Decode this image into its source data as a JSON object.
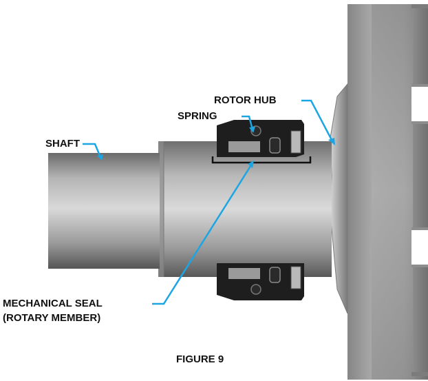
{
  "labels": {
    "rotor_hub": "ROTOR HUB",
    "spring": "SPRING",
    "shaft": "SHAFT",
    "mechanical_seal_line1": "MECHANICAL SEAL",
    "mechanical_seal_line2": "(ROTARY MEMBER)"
  },
  "caption": "FIGURE 9",
  "colors": {
    "leader": "#1ba6e3",
    "seal_body": "#1e1e1e",
    "text": "#111111"
  }
}
